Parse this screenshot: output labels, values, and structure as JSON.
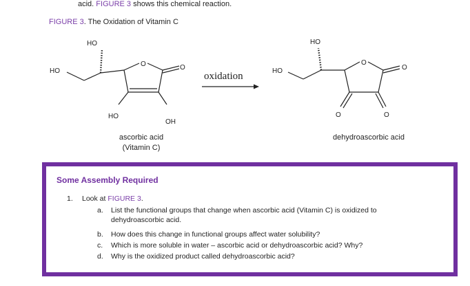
{
  "intro": {
    "prefix": "acid. ",
    "figure_ref": "FIGURE 3",
    "suffix": " shows this chemical reaction."
  },
  "caption": {
    "figure_label": "FIGURE 3",
    "text": ". The Oxidation of Vitamin C"
  },
  "reactant": {
    "name_line1": "ascorbic acid",
    "name_line2": "(Vitamin C)",
    "labels": {
      "ho_top": "HO",
      "ho_left": "HO",
      "ring_o": "O",
      "carbonyl_o": "O",
      "ho_bottom": "HO",
      "oh_bottom": "OH"
    }
  },
  "arrow_label": "oxidation",
  "product": {
    "name": "dehydroascorbic acid",
    "labels": {
      "ho_top": "HO",
      "ho_left": "HO",
      "ring_o": "O",
      "carbonyl_o": "O",
      "o_left": "O",
      "o_right": "O"
    }
  },
  "box": {
    "title": "Some Assembly Required",
    "q1_number": "1.",
    "q1_prefix": "Look at ",
    "q1_figure": "FIGURE 3",
    "q1_suffix": ".",
    "subs": [
      {
        "letter": "a.",
        "line1": "List the functional groups that change when ascorbic acid (Vitamin C) is oxidized to",
        "line2": "dehydroascorbic acid."
      },
      {
        "letter": "b.",
        "line1": "How does this change in functional groups affect water solubility?"
      },
      {
        "letter": "c.",
        "line1": "Which is more soluble in water – ascorbic acid or dehydroascorbic acid? Why?"
      },
      {
        "letter": "d.",
        "line1": "Why is the oxidized product called dehydroascorbic acid?"
      }
    ]
  }
}
